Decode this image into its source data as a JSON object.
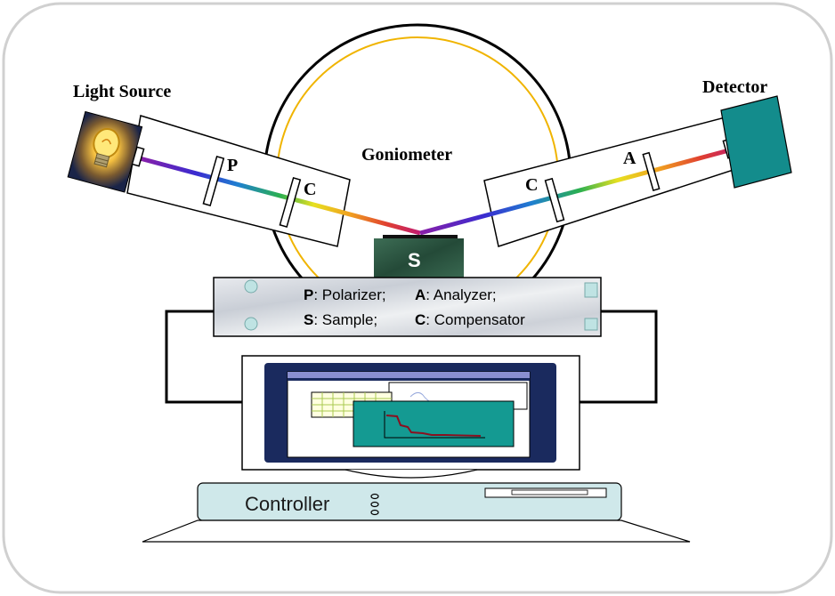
{
  "labels": {
    "light_source": "Light Source",
    "detector": "Detector",
    "goniometer": "Goniometer",
    "polarizer_letter": "P",
    "compensator_letter_left": "C",
    "compensator_letter_right": "C",
    "analyzer_letter": "A",
    "sample_letter": "S",
    "controller": "Controller"
  },
  "legend": {
    "line1_a_key": "P",
    "line1_a_text": ": Polarizer;",
    "line1_b_key": "A",
    "line1_b_text": ": Analyzer;",
    "line2_a_key": "S",
    "line2_a_text": ": Sample;",
    "line2_b_key": "C",
    "line2_b_text": ": Compensator"
  },
  "colors": {
    "frame_border": "#d0d0d0",
    "goniometer_ring": "#f0b400",
    "detector_fill": "#138c8c",
    "sample_fill": "#2f5a45",
    "monitor_frame": "#1a2a5e",
    "screen_window": "#149a92",
    "controller_fill": "#cfe8ea",
    "legend_panel": "#d9dde2"
  },
  "icons": [
    "light-bulb-icon"
  ]
}
